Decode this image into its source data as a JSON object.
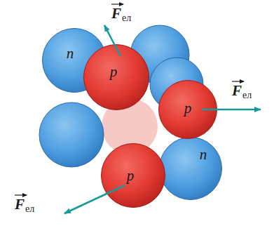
{
  "diagram": {
    "nodes": [
      {
        "text": [
          "n"
        ]
      },
      {
        "text": [
          "p"
        ]
      },
      {
        "text": [
          "p"
        ]
      },
      {
        "text": [
          "p"
        ]
      },
      {
        "text": [
          "n"
        ]
      }
    ],
    "labels": [
      "F",
      "ел",
      "F",
      "ел",
      "F",
      "ел"
    ]
  }
}
